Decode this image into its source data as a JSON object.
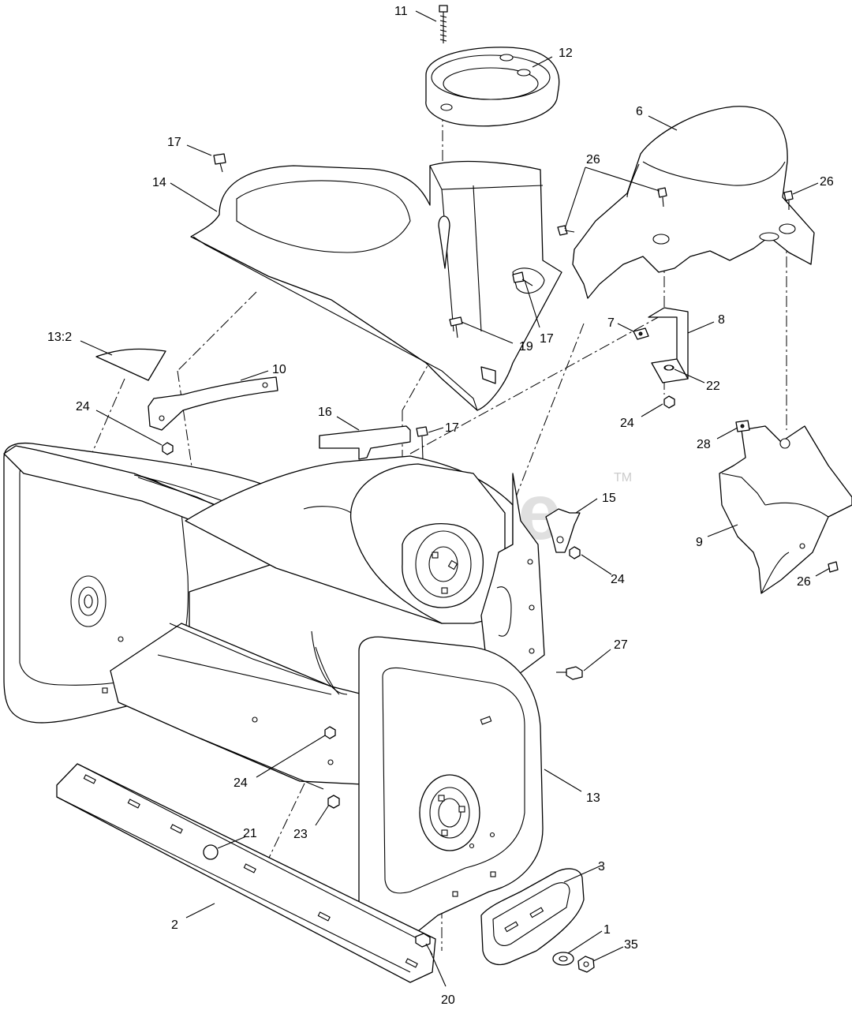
{
  "watermark": {
    "text": "PartsTree",
    "trademark": "TM"
  },
  "callouts": [
    {
      "id": "c11",
      "label": "11"
    },
    {
      "id": "c12",
      "label": "12"
    },
    {
      "id": "c6",
      "label": "6"
    },
    {
      "id": "c17a",
      "label": "17"
    },
    {
      "id": "c14",
      "label": "14"
    },
    {
      "id": "c26a",
      "label": "26"
    },
    {
      "id": "c26b",
      "label": "26"
    },
    {
      "id": "c17b",
      "label": "17"
    },
    {
      "id": "c7",
      "label": "7"
    },
    {
      "id": "c8",
      "label": "8"
    },
    {
      "id": "c19",
      "label": "19"
    },
    {
      "id": "c13_2",
      "label": "13:2"
    },
    {
      "id": "c10",
      "label": "10"
    },
    {
      "id": "c22",
      "label": "22"
    },
    {
      "id": "c24a",
      "label": "24"
    },
    {
      "id": "c24b",
      "label": "24"
    },
    {
      "id": "c16",
      "label": "16"
    },
    {
      "id": "c17c",
      "label": "17"
    },
    {
      "id": "c28",
      "label": "28"
    },
    {
      "id": "c15",
      "label": "15"
    },
    {
      "id": "c9",
      "label": "9"
    },
    {
      "id": "c24c",
      "label": "24"
    },
    {
      "id": "c26c",
      "label": "26"
    },
    {
      "id": "c27",
      "label": "27"
    },
    {
      "id": "c24d",
      "label": "24"
    },
    {
      "id": "c13",
      "label": "13"
    },
    {
      "id": "c23",
      "label": "23"
    },
    {
      "id": "c21",
      "label": "21"
    },
    {
      "id": "c3",
      "label": "3"
    },
    {
      "id": "c2",
      "label": "2"
    },
    {
      "id": "c1",
      "label": "1"
    },
    {
      "id": "c35",
      "label": "35"
    },
    {
      "id": "c20",
      "label": "20"
    }
  ]
}
